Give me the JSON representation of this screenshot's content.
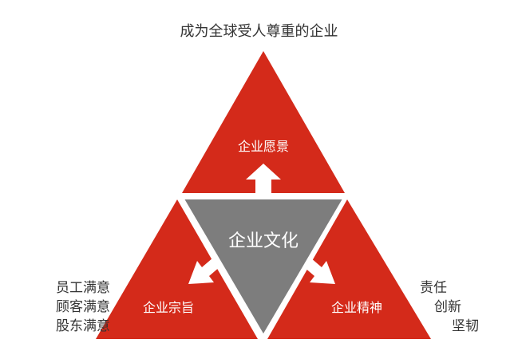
{
  "top_caption": "成为全球受人尊重的企业",
  "center_label": "企业文化",
  "top_triangle_label": "企业愿景",
  "left_triangle_label": "企业宗旨",
  "right_triangle_label": "企业精神",
  "left_notes": [
    "员工满意",
    "顾客满意",
    "股东满意"
  ],
  "right_notes": [
    "责任",
    "创新",
    "坚韧"
  ],
  "colors": {
    "red": "#d42a1a",
    "gray": "#7d7d7d",
    "white": "#ffffff"
  }
}
